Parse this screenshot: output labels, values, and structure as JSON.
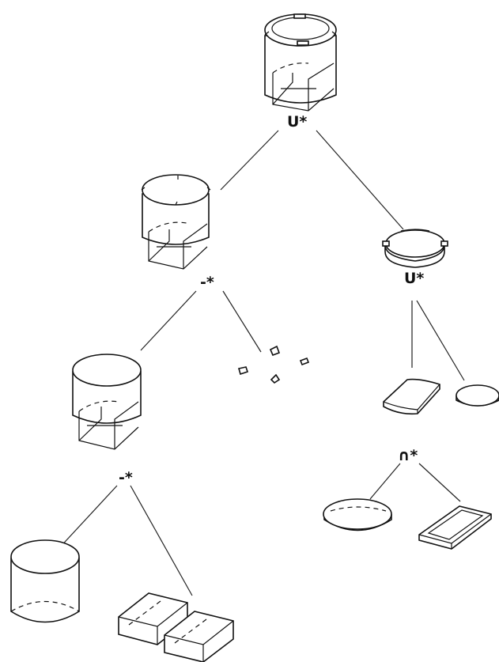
{
  "operators": {
    "root": "U*",
    "left_diff": "-*",
    "right_union": "U*",
    "lower_diff": "-*",
    "intersect": "∩*"
  },
  "nodes": {
    "root": "full-cylinder-with-slot-and-lugs",
    "left_child": "cylinder-with-slot-and-notches",
    "right_child": "wafer-with-lugs",
    "notch_pieces": "four-small-notch-fragments",
    "lower_left": "cylinder-with-slot",
    "right_leaf_a": "rounded-rectangle-slab",
    "right_leaf_b": "disk",
    "cylinder_leaf": "plain-cylinder",
    "blocks_leaf": "two-rectangular-blocks",
    "intersect_disk": "disk",
    "intersect_slab": "flat-rectangular-slab"
  }
}
